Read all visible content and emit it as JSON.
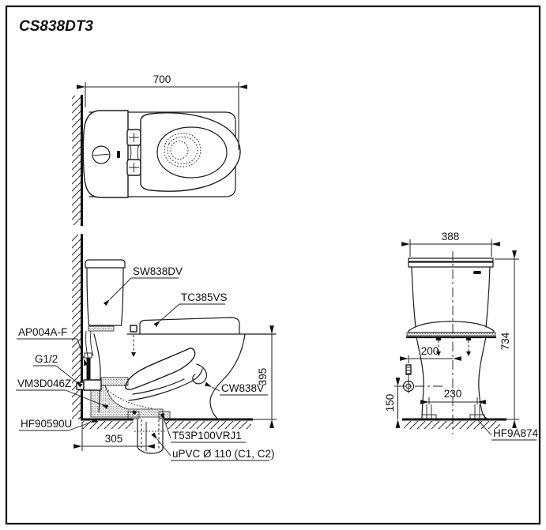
{
  "drawing": {
    "title": "CS838DT3",
    "top_view": {
      "width_dim": "700"
    },
    "side_view": {
      "tank_label": "SW838DV",
      "seat_label": "TC385VS",
      "supply_label": "AP004A-F",
      "thread_label": "G1/2",
      "valve_label": "VM3D046Z",
      "seal_label": "HF90590U",
      "bowl_label": "CW838V",
      "flange_label": "T53P100VRJ1",
      "pipe_label": "uPVC Ø 110 (C1, C2)",
      "seat_height_dim": "395",
      "drain_offset_dim": "305"
    },
    "front_view": {
      "width_dim": "388",
      "height_dim": "734",
      "supply_offset_dim": "200",
      "supply_height_dim": "150",
      "bolt_spacing_dim": "230",
      "cap_label": "HF9A874"
    }
  }
}
